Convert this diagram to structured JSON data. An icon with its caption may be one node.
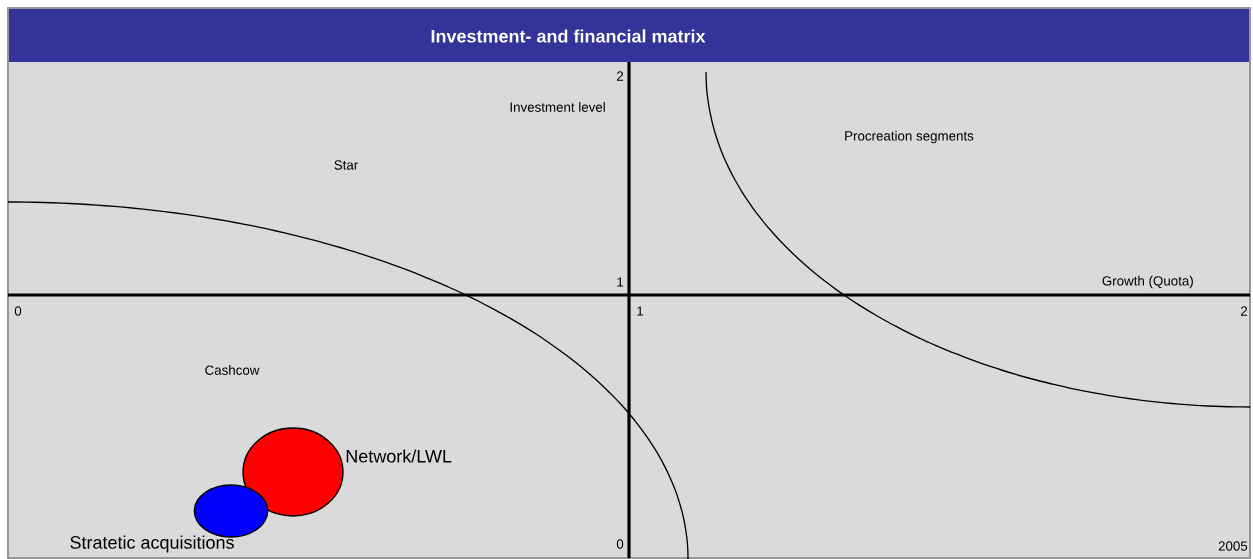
{
  "diagram": {
    "title": "Investment- and financial matrix",
    "nodes": [
      {
        "text": [],
        "shape": "circle",
        "beside": [
          "Network/LWL"
        ]
      },
      {
        "text": [],
        "shape": "circle",
        "beside": [
          "Stratetic acquisitions"
        ]
      }
    ],
    "labels": [
      "2",
      "Investment level",
      "Procreation segments",
      "Star",
      "1",
      "Growth (Quota)",
      "0",
      "1",
      "2",
      "Cashcow",
      "0",
      "2005"
    ]
  }
}
